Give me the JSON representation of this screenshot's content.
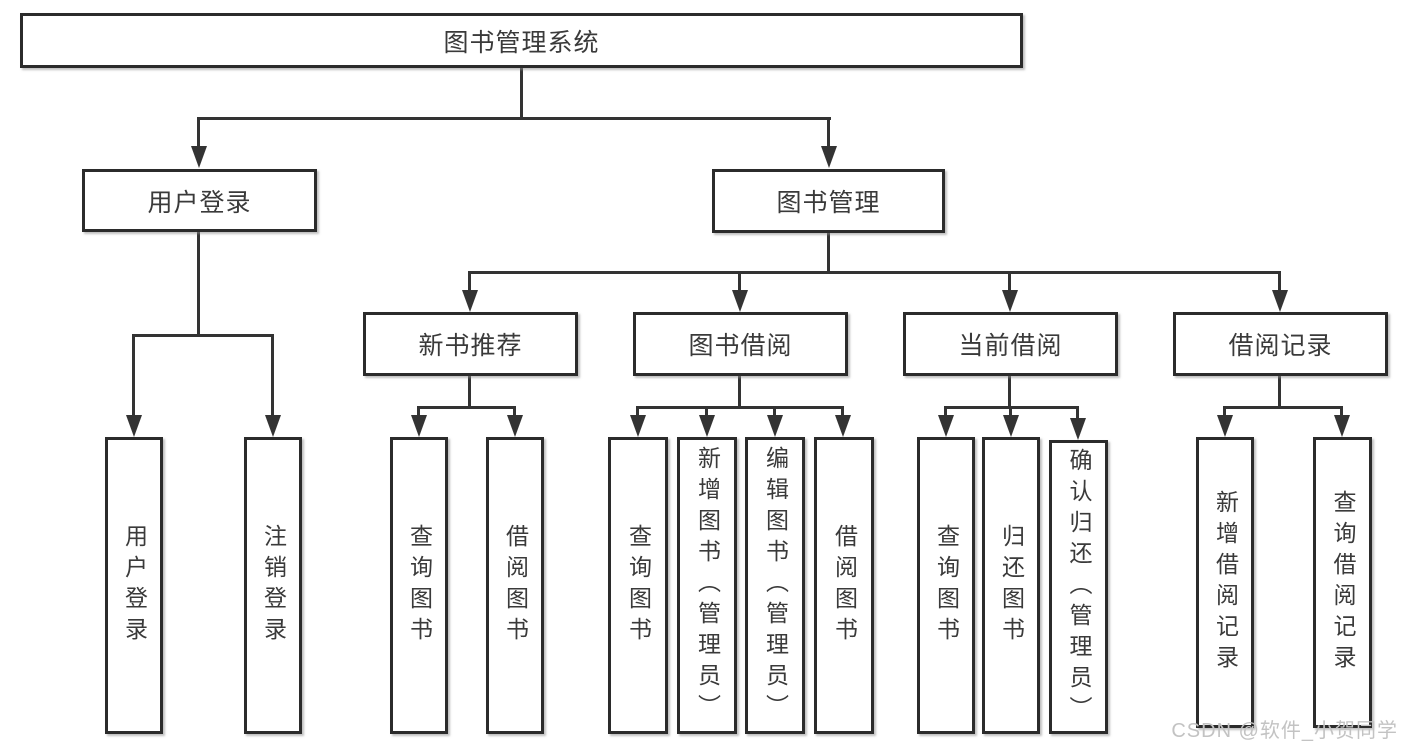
{
  "nodes": {
    "root": {
      "label": "图书管理系统"
    },
    "user_login": {
      "label": "用户登录"
    },
    "book_mgmt": {
      "label": "图书管理"
    },
    "new_book_rec": {
      "label": "新书推荐"
    },
    "book_borrow": {
      "label": "图书借阅"
    },
    "current_borrow": {
      "label": "当前借阅"
    },
    "borrow_record": {
      "label": "借阅记录"
    },
    "leaf_user_login": {
      "label": "用户登录"
    },
    "leaf_logout": {
      "label": "注销登录"
    },
    "leaf_query_book_rec": {
      "label": "查询图书"
    },
    "leaf_borrow_book_rec": {
      "label": "借阅图书"
    },
    "leaf_query_book_bor": {
      "label": "查询图书"
    },
    "leaf_add_book": {
      "label": "新增图书（管理员）"
    },
    "leaf_edit_book": {
      "label": "编辑图书（管理员）"
    },
    "leaf_borrow_book_bor": {
      "label": "借阅图书"
    },
    "leaf_query_book_cur": {
      "label": "查询图书"
    },
    "leaf_return_book": {
      "label": "归还图书"
    },
    "leaf_confirm_return": {
      "label": "确认归还（管理员）"
    },
    "leaf_add_record": {
      "label": "新增借阅记录"
    },
    "leaf_query_record": {
      "label": "查询借阅记录"
    }
  },
  "watermark": {
    "text": "CSDN @软件_小贺同学"
  },
  "colors": {
    "background": "#ffffff",
    "box_border": "#2b2b2b",
    "box_fill": "#ffffff",
    "line": "#333333",
    "text": "#3a3a3a",
    "watermark_text": "#c3c3c3"
  }
}
